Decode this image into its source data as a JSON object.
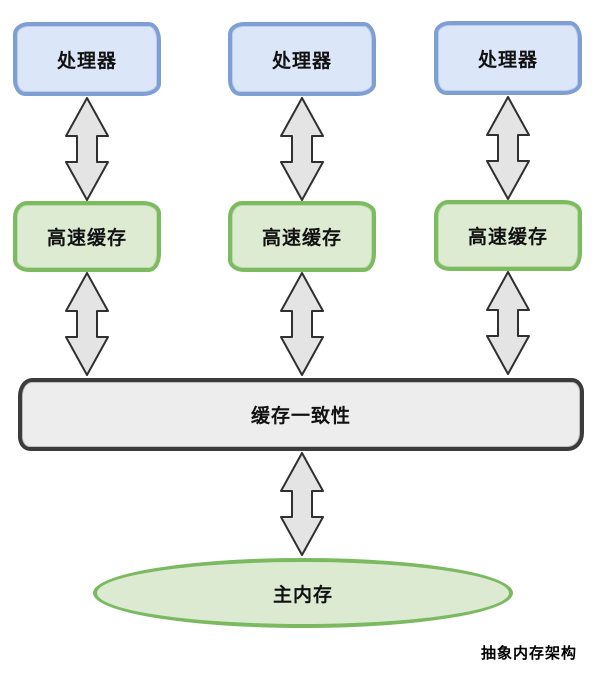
{
  "diagram": {
    "title": "抽象内存架构",
    "processors": [
      {
        "label": "处理器"
      },
      {
        "label": "处理器"
      },
      {
        "label": "处理器"
      }
    ],
    "caches": [
      {
        "label": "高速缓存"
      },
      {
        "label": "高速缓存"
      },
      {
        "label": "高速缓存"
      }
    ],
    "coherence": {
      "label": "缓存一致性"
    },
    "memory": {
      "label": "主内存"
    },
    "caption": "抽象内存架构"
  },
  "colors": {
    "background": "#ffffff",
    "processor_fill": "#dbe7f8",
    "processor_border": "#7f9fd4",
    "cache_fill": "#ddebd3",
    "cache_border": "#7dbb61",
    "coherence_fill": "#ededed",
    "coherence_border": "#3b3b3b",
    "memory_fill": "#dcead2",
    "memory_border": "#7cba62",
    "arrow_fill": "#e4e4e4",
    "arrow_stroke": "#303030",
    "text": "#111111"
  },
  "icons": {
    "double_arrow_vertical": "up-down-block-arrow"
  }
}
